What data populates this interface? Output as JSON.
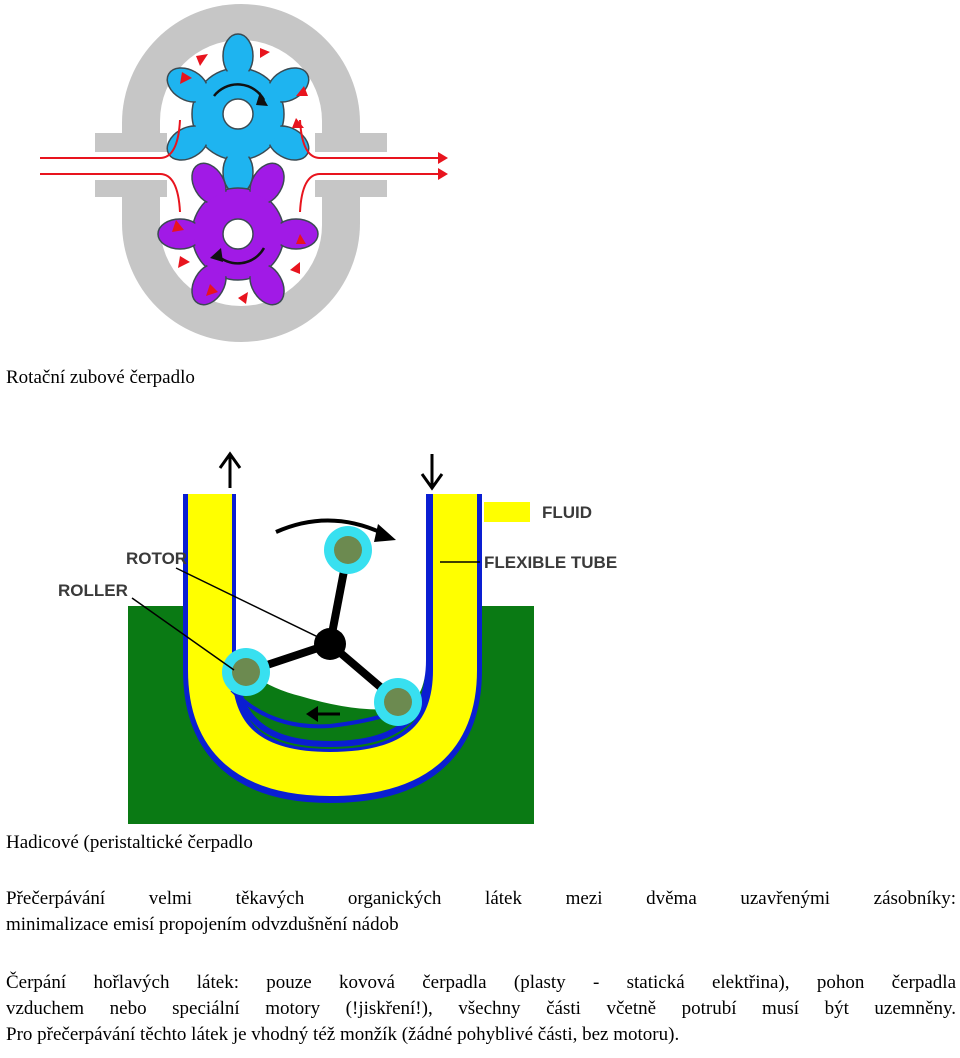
{
  "figure1": {
    "caption": "Rotační zubové čerpadlo"
  },
  "figure2": {
    "caption": "Hadicové (peristaltické čerpadlo",
    "labels": {
      "fluid": "FLUID",
      "flexible_tube": "FLEXIBLE TUBE",
      "rotor": "ROTOR",
      "roller": "ROLLER"
    }
  },
  "paragraphs": {
    "p1": {
      "line1": "Přečerpávání velmi těkavých organických látek mezi dvěma uzavřenými zásobníky:",
      "line2": "minimalizace emisí propojením odvzdušnění nádob"
    },
    "p2": {
      "line1": "Čerpání hořlavých látek: pouze kovová čerpadla (plasty - statická elektřina), pohon čerpadla",
      "line2": "vzduchem nebo speciální motory (!jiskření!), všechny části včetně potrubí musí být uzemněny.",
      "line3": "Pro přečerpávání těchto látek je vhodný též monžík (žádné pohyblivé části, bez motoru)."
    }
  },
  "colors": {
    "gear_top": "#1eb4f0",
    "gear_bottom": "#a11ae6",
    "casing": "#c6c6c6",
    "flow_arrow": "#e8141e",
    "fluid": "#ffff00",
    "tube": "#0a1ed2",
    "base": "#0a7a14",
    "roller_halo": "#38e0f0",
    "roller_core": "#6c8a50"
  },
  "icons": {
    "gear_top": "gear-icon",
    "gear_bottom": "gear-icon",
    "rotation": "curved-arrow-icon"
  }
}
